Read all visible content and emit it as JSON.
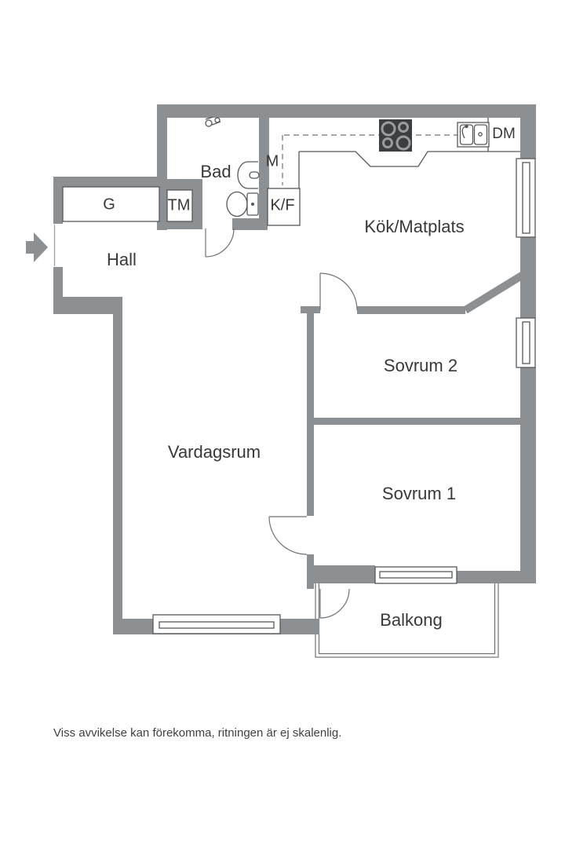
{
  "floorplan": {
    "rooms": {
      "hall": "Hall",
      "bad": "Bad",
      "kok": "Kök/Matplats",
      "sovrum2": "Sovrum 2",
      "sovrum1": "Sovrum 1",
      "vardagsrum": "Vardagsrum",
      "balkong": "Balkong"
    },
    "fixtures": {
      "g": "G",
      "tm": "TM",
      "m": "M",
      "kf": "K/F",
      "dm": "DM"
    },
    "disclaimer": "Viss avvikelse kan förekomma, ritningen är ej skalenlig.",
    "colors": {
      "wall": "#8d9093",
      "thin_line": "#54575a",
      "background": "#ffffff",
      "stove": "#3d3e40",
      "text": "#383838"
    }
  }
}
